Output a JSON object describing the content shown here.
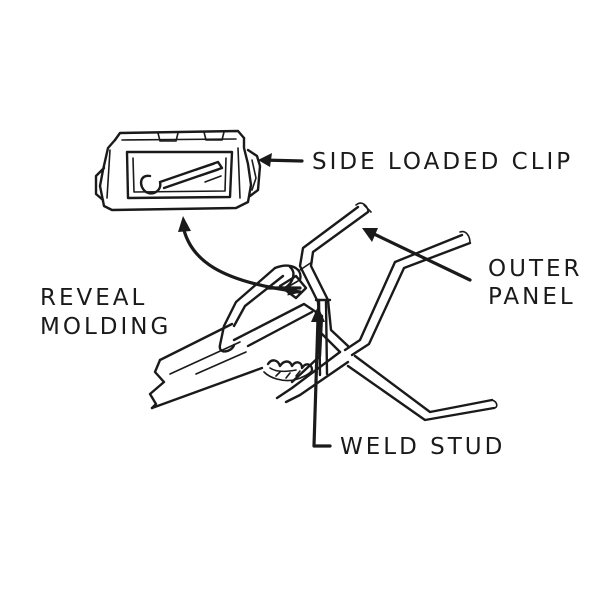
{
  "labels": {
    "side_loaded_clip": "SIDE LOADED CLIP",
    "outer_panel_line1": "OUTER",
    "outer_panel_line2": "PANEL",
    "reveal_molding_line1": "REVEAL",
    "reveal_molding_line2": "MOLDING",
    "weld_stud": "WELD STUD"
  },
  "colors": {
    "ink": "#1a1a1a",
    "background": "#ffffff"
  }
}
